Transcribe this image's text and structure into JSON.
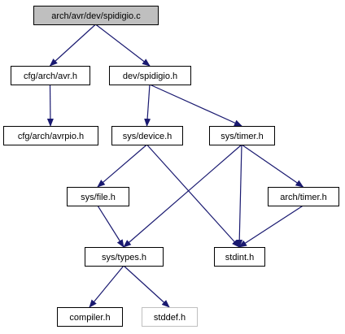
{
  "colors": {
    "edge": "#191970",
    "root_fill": "#bfbfbf",
    "node_fill": "#ffffff",
    "node_border": "#000000",
    "missing_border": "#bfbfbf",
    "text": "#000000"
  },
  "nodes": [
    {
      "id": "spidigio_c",
      "label": "arch/avr/dev/spidigio.c",
      "style": "root"
    },
    {
      "id": "cfg_avr_h",
      "label": "cfg/arch/avr.h",
      "style": "normal"
    },
    {
      "id": "dev_spidigio_h",
      "label": "dev/spidigio.h",
      "style": "normal"
    },
    {
      "id": "cfg_avrpio_h",
      "label": "cfg/arch/avrpio.h",
      "style": "normal"
    },
    {
      "id": "sys_device_h",
      "label": "sys/device.h",
      "style": "normal"
    },
    {
      "id": "sys_timer_h",
      "label": "sys/timer.h",
      "style": "normal"
    },
    {
      "id": "sys_file_h",
      "label": "sys/file.h",
      "style": "normal"
    },
    {
      "id": "arch_timer_h",
      "label": "arch/timer.h",
      "style": "normal"
    },
    {
      "id": "sys_types_h",
      "label": "sys/types.h",
      "style": "normal"
    },
    {
      "id": "stdint_h",
      "label": "stdint.h",
      "style": "normal"
    },
    {
      "id": "compiler_h",
      "label": "compiler.h",
      "style": "normal"
    },
    {
      "id": "stddef_h",
      "label": "stddef.h",
      "style": "missing"
    }
  ],
  "edges": [
    {
      "from": "spidigio_c",
      "to": "cfg_avr_h"
    },
    {
      "from": "spidigio_c",
      "to": "dev_spidigio_h"
    },
    {
      "from": "cfg_avr_h",
      "to": "cfg_avrpio_h"
    },
    {
      "from": "dev_spidigio_h",
      "to": "sys_device_h"
    },
    {
      "from": "dev_spidigio_h",
      "to": "sys_timer_h"
    },
    {
      "from": "sys_device_h",
      "to": "sys_file_h"
    },
    {
      "from": "sys_device_h",
      "to": "stdint_h"
    },
    {
      "from": "sys_timer_h",
      "to": "sys_types_h"
    },
    {
      "from": "sys_timer_h",
      "to": "stdint_h"
    },
    {
      "from": "sys_timer_h",
      "to": "arch_timer_h"
    },
    {
      "from": "sys_file_h",
      "to": "sys_types_h"
    },
    {
      "from": "arch_timer_h",
      "to": "stdint_h"
    },
    {
      "from": "sys_types_h",
      "to": "compiler_h"
    },
    {
      "from": "sys_types_h",
      "to": "stddef_h"
    }
  ]
}
